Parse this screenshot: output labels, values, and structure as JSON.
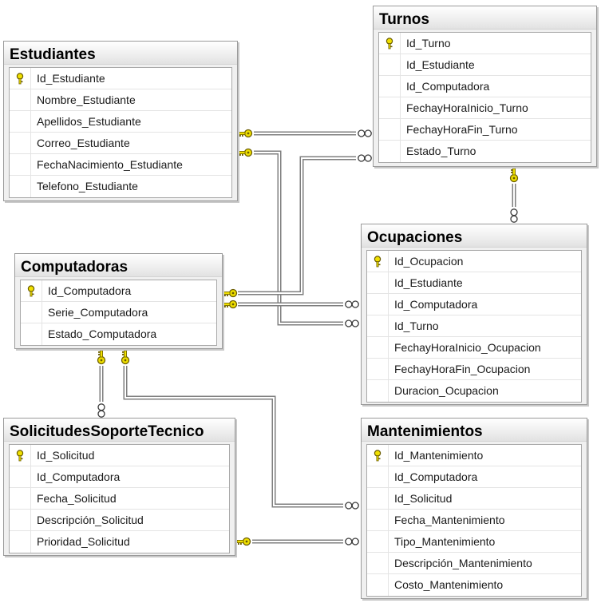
{
  "tables": [
    {
      "id": "estudiantes",
      "name": "Estudiantes",
      "pk": "Id_Estudiante",
      "columns": [
        "Id_Estudiante",
        "Nombre_Estudiante",
        "Apellidos_Estudiante",
        "Correo_Estudiante",
        "FechaNacimiento_Estudiante",
        "Telefono_Estudiante"
      ]
    },
    {
      "id": "turnos",
      "name": "Turnos",
      "pk": "Id_Turno",
      "columns": [
        "Id_Turno",
        "Id_Estudiante",
        "Id_Computadora",
        "FechayHoraInicio_Turno",
        "FechayHoraFin_Turno",
        "Estado_Turno"
      ]
    },
    {
      "id": "computadoras",
      "name": "Computadoras",
      "pk": "Id_Computadora",
      "columns": [
        "Id_Computadora",
        "Serie_Computadora",
        "Estado_Computadora"
      ]
    },
    {
      "id": "ocupaciones",
      "name": "Ocupaciones",
      "pk": "Id_Ocupacion",
      "columns": [
        "Id_Ocupacion",
        "Id_Estudiante",
        "Id_Computadora",
        "Id_Turno",
        "FechayHoraInicio_Ocupacion",
        "FechayHoraFin_Ocupacion",
        "Duracion_Ocupacion"
      ]
    },
    {
      "id": "solicitudes",
      "name": "SolicitudesSoporteTecnico",
      "pk": "Id_Solicitud",
      "columns": [
        "Id_Solicitud",
        "Id_Computadora",
        "Fecha_Solicitud",
        "Descripción_Solicitud",
        "Prioridad_Solicitud"
      ]
    },
    {
      "id": "mantenimientos",
      "name": "Mantenimientos",
      "pk": "Id_Mantenimiento",
      "columns": [
        "Id_Mantenimiento",
        "Id_Computadora",
        "Id_Solicitud",
        "Fecha_Mantenimiento",
        "Tipo_Mantenimiento",
        "Descripción_Mantenimiento",
        "Costo_Mantenimiento"
      ]
    }
  ],
  "relationships": [
    {
      "name": "estudiantes-turnos",
      "from": "Estudiantes",
      "to": "Turnos",
      "one_end": "key",
      "many_end": "infinity"
    },
    {
      "name": "estudiantes-ocupaciones",
      "from": "Estudiantes",
      "to": "Ocupaciones",
      "one_end": "key",
      "many_end": "infinity"
    },
    {
      "name": "computadoras-turnos",
      "from": "Computadoras",
      "to": "Turnos",
      "one_end": "key",
      "many_end": "infinity"
    },
    {
      "name": "computadoras-ocupaciones",
      "from": "Computadoras",
      "to": "Ocupaciones",
      "one_end": "key",
      "many_end": "infinity"
    },
    {
      "name": "turnos-ocupaciones",
      "from": "Turnos",
      "to": "Ocupaciones",
      "one_end": "key",
      "many_end": "infinity"
    },
    {
      "name": "computadoras-solicitudes",
      "from": "Computadoras",
      "to": "SolicitudesSoporteTecnico",
      "one_end": "key",
      "many_end": "infinity"
    },
    {
      "name": "computadoras-mantenimientos",
      "from": "Computadoras",
      "to": "Mantenimientos",
      "one_end": "key",
      "many_end": "infinity"
    },
    {
      "name": "solicitudes-mantenimientos",
      "from": "SolicitudesSoporteTecnico",
      "to": "Mantenimientos",
      "one_end": "key",
      "many_end": "infinity"
    }
  ],
  "colors": {
    "connector": "#7f7f7f",
    "key_fill": "#f0e000",
    "key_outline": "#6b5d00"
  }
}
